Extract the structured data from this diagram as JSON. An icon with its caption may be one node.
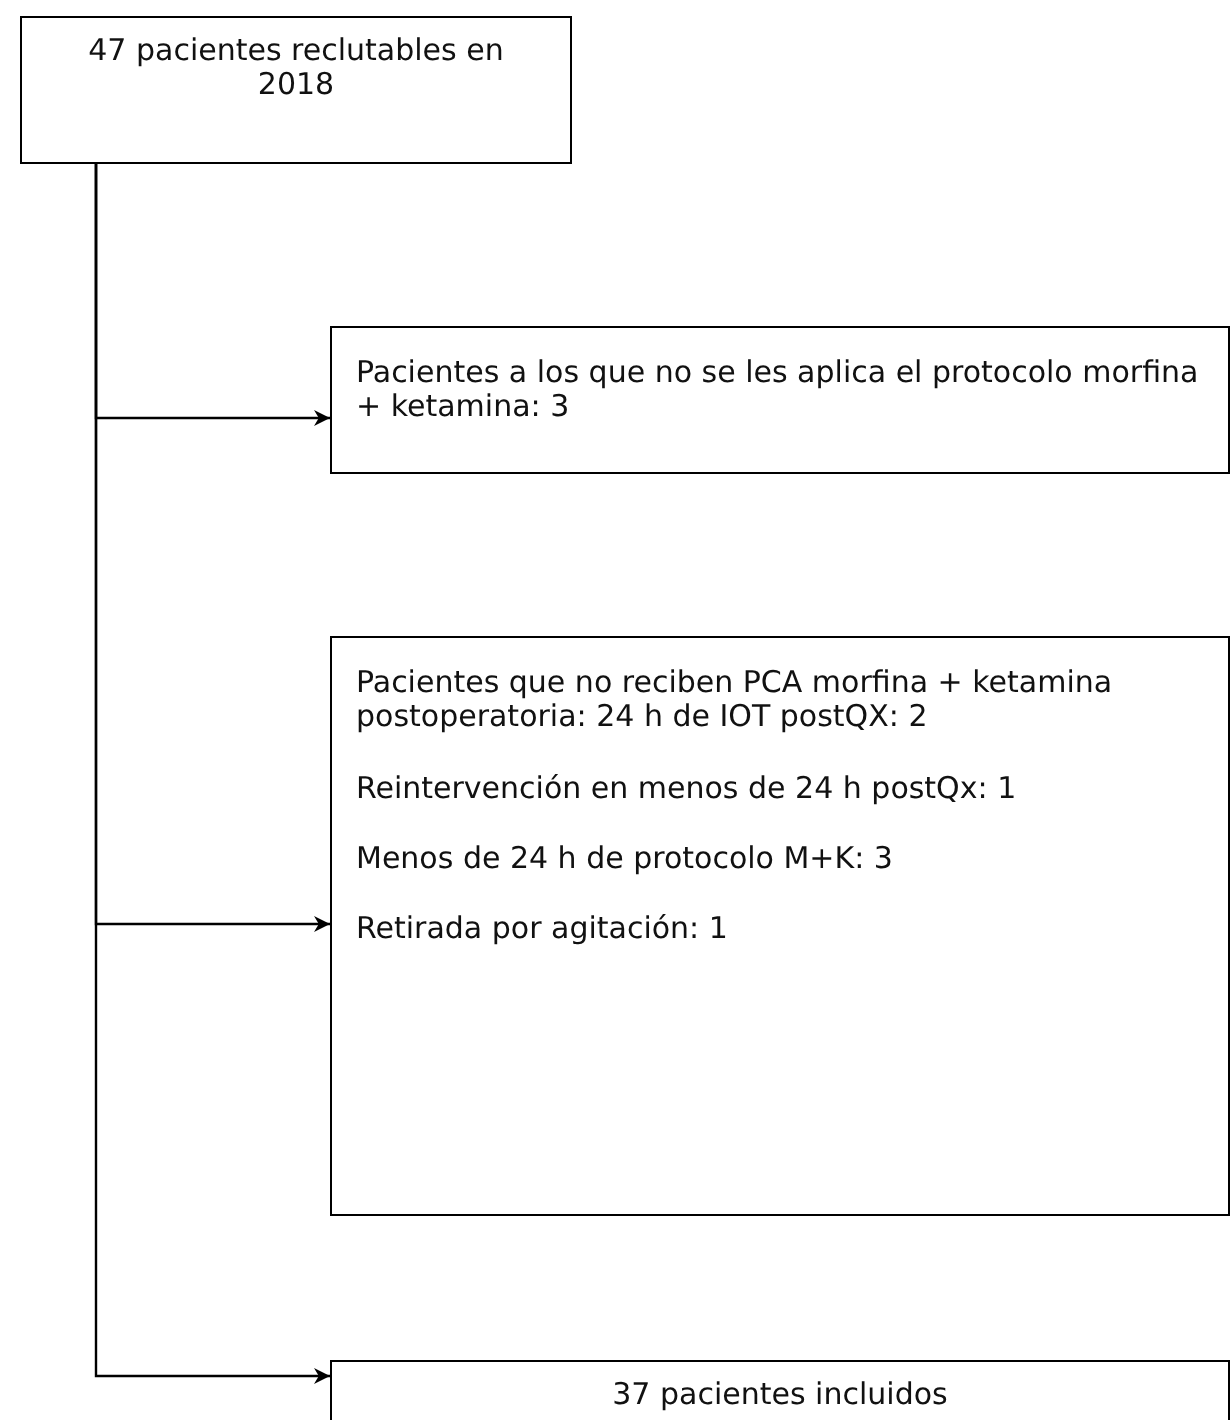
{
  "diagram": {
    "nodes": [
      {
        "text": [
          "47 pacientes reclutables en 2018"
        ]
      },
      {
        "text": [
          "Pacientes a los que no se les aplica el protocolo morfina + ketamina: 3"
        ]
      },
      {
        "text": [
          "Pacientes que no reciben PCA morfina + ketamina postoperatoria: 24 h de IOT postQX: 2",
          "Reintervención en menos de 24 h postQx: 1",
          "Menos de 24 h de protocolo M+K: 3",
          "Retirada por agitación: 1"
        ]
      },
      {
        "text": [
          "37 pacientes incluidos"
        ]
      }
    ],
    "edges": [
      {
        "from": 0,
        "to": 1,
        "arrow": "to"
      },
      {
        "from": 0,
        "to": 2,
        "arrow": "to"
      },
      {
        "from": 0,
        "to": 3,
        "arrow": "to"
      }
    ]
  }
}
